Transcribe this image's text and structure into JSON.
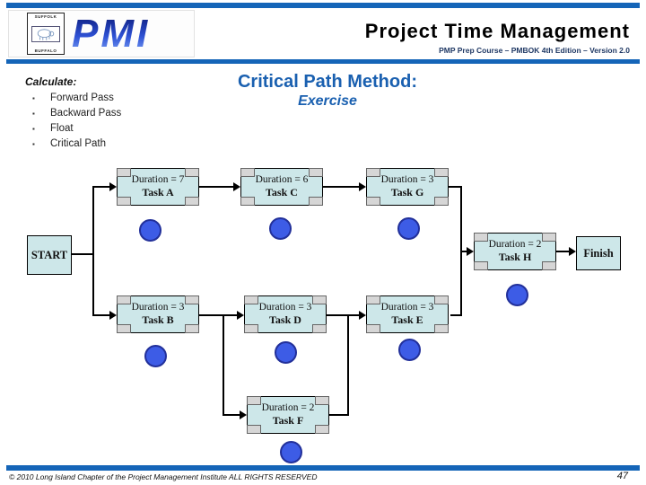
{
  "header": {
    "title": "Project Time Management",
    "subtitle": "PMP Prep Course – PMBOK 4th Edition – Version 2.0",
    "logo": {
      "word": "PMI",
      "emblem_top": "SUFFOLK",
      "emblem_bottom": "BUFFALO"
    }
  },
  "sidebar": {
    "heading": "Calculate:",
    "bullet": "▪",
    "items": [
      {
        "label": "Forward Pass"
      },
      {
        "label": "Backward Pass"
      },
      {
        "label": "Float"
      },
      {
        "label": "Critical Path"
      }
    ]
  },
  "content": {
    "heading": "Critical Path Method:",
    "subheading": "Exercise"
  },
  "diagram": {
    "start_label": "START",
    "finish_label": "Finish",
    "tasks": [
      {
        "id": "A",
        "duration_label": "Duration = 7",
        "name": "Task A"
      },
      {
        "id": "C",
        "duration_label": "Duration = 6",
        "name": "Task C"
      },
      {
        "id": "G",
        "duration_label": "Duration = 3",
        "name": "Task G"
      },
      {
        "id": "B",
        "duration_label": "Duration = 3",
        "name": "Task B"
      },
      {
        "id": "D",
        "duration_label": "Duration = 3",
        "name": "Task D"
      },
      {
        "id": "E",
        "duration_label": "Duration = 3",
        "name": "Task E"
      },
      {
        "id": "F",
        "duration_label": "Duration = 2",
        "name": "Task F"
      },
      {
        "id": "H",
        "duration_label": "Duration = 2",
        "name": "Task H"
      }
    ]
  },
  "footer": {
    "copyright": "© 2010 Long Island Chapter of the Project Management Institute  ALL RIGHTS RESERVED",
    "page_number": "47"
  },
  "colors": {
    "accent_blue_bar": "#1565b8",
    "heading_blue": "#1a60b0",
    "node_fill": "#cde7e9",
    "corner_cell_gray": "#d6d6d6",
    "marker_blue": "#3d5ce6"
  }
}
